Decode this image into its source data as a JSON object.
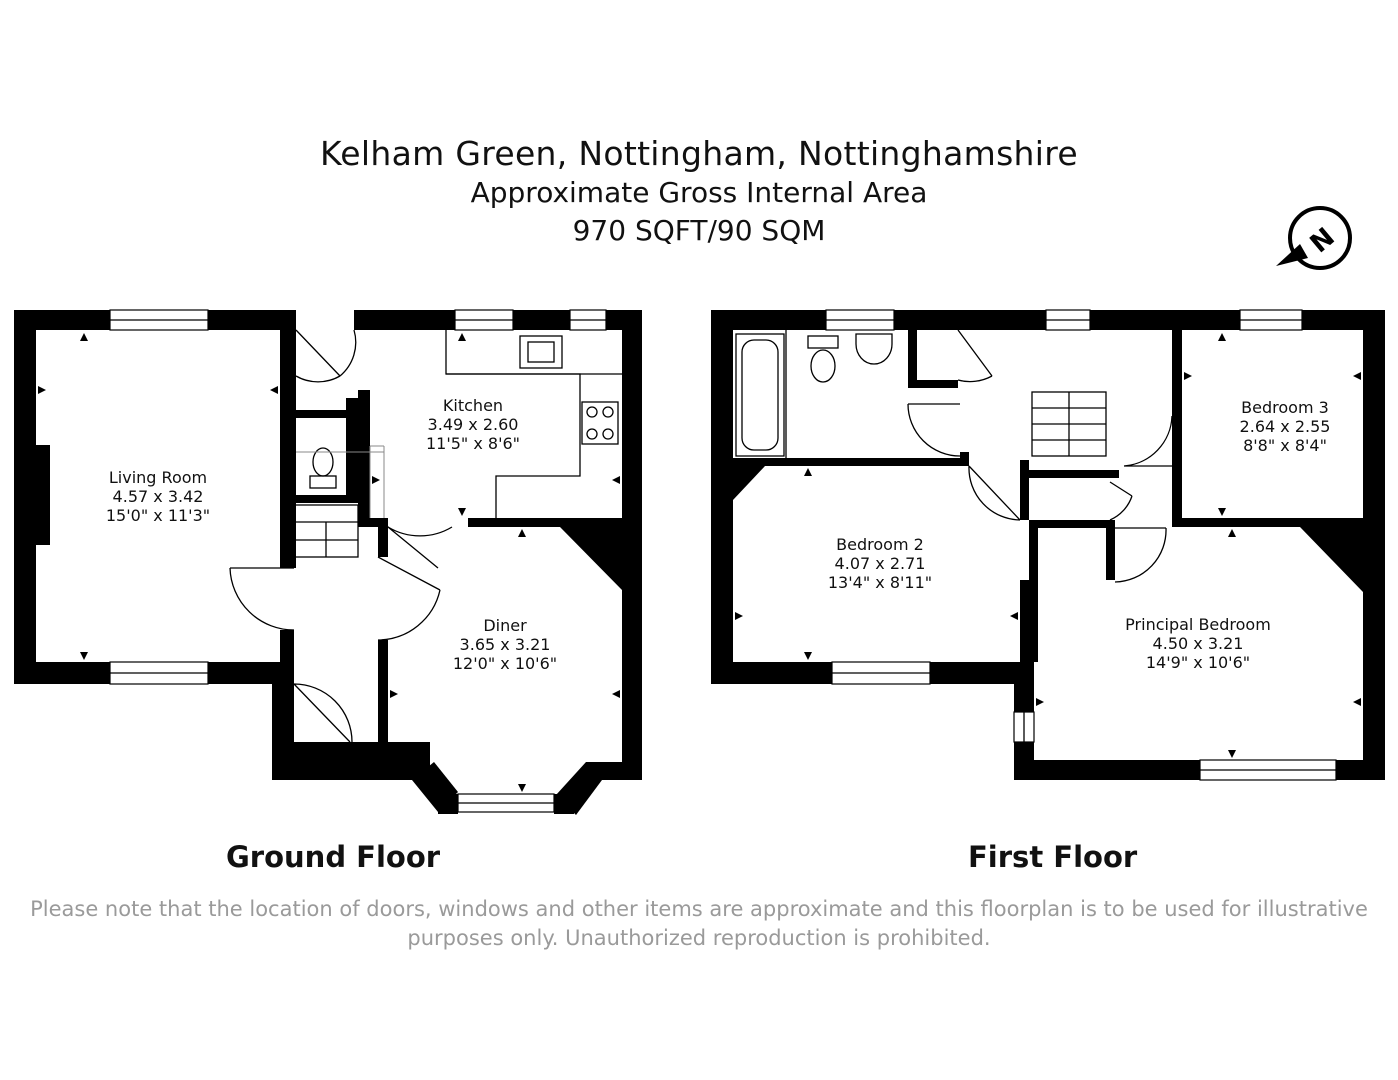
{
  "header": {
    "title": "Kelham Green, Nottingham, Nottinghamshire",
    "subtitle": "Approximate Gross Internal Area",
    "area": "970 SQFT/90 SQM"
  },
  "compass": {
    "label": "N",
    "icon": "north-arrow-icon"
  },
  "ground_floor": {
    "label": "Ground Floor",
    "rooms": {
      "living": {
        "name": "Living Room",
        "metric": "4.57 x 3.42",
        "imperial": "15'0\" x 11'3\""
      },
      "kitchen": {
        "name": "Kitchen",
        "metric": "3.49 x 2.60",
        "imperial": "11'5\" x 8'6\""
      },
      "diner": {
        "name": "Diner",
        "metric": "3.65 x 3.21",
        "imperial": "12'0\" x 10'6\""
      }
    }
  },
  "first_floor": {
    "label": "First Floor",
    "rooms": {
      "bedroom2": {
        "name": "Bedroom 2",
        "metric": "4.07 x 2.71",
        "imperial": "13'4\" x 8'11\""
      },
      "bedroom3": {
        "name": "Bedroom 3",
        "metric": "2.64 x 2.55",
        "imperial": "8'8\" x 8'4\""
      },
      "principal": {
        "name": "Principal Bedroom",
        "metric": "4.50 x 3.21",
        "imperial": "14'9\" x 10'6\""
      }
    }
  },
  "disclaimer": {
    "line1": "Please note that the location of doors, windows and other items are approximate and this floorplan is to be used for illustrative",
    "line2": "purposes only. Unauthorized reproduction is prohibited."
  },
  "colors": {
    "walls": "#000000",
    "text": "#111111",
    "disclaimer": "#9a9a9a",
    "background": "#ffffff"
  }
}
